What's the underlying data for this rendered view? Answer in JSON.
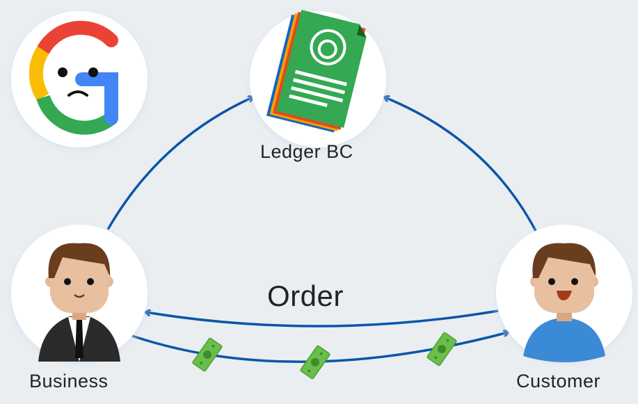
{
  "nodes": {
    "google": {
      "icon": "sad-google-g-icon"
    },
    "ledger": {
      "label": "Ledger BC",
      "icon": "ledger-document-icon"
    },
    "business": {
      "label": "Business",
      "icon": "businessman-avatar-icon"
    },
    "customer": {
      "label": "Customer",
      "icon": "customer-avatar-icon"
    }
  },
  "edges": {
    "order_label": "Order"
  },
  "colors": {
    "arrow": "#0a56a8",
    "background": "#eaeef1",
    "google_red": "#ea4335",
    "google_yellow": "#fbbc05",
    "google_green": "#34a853",
    "google_blue": "#4285f4",
    "money": "#6abf4b"
  }
}
